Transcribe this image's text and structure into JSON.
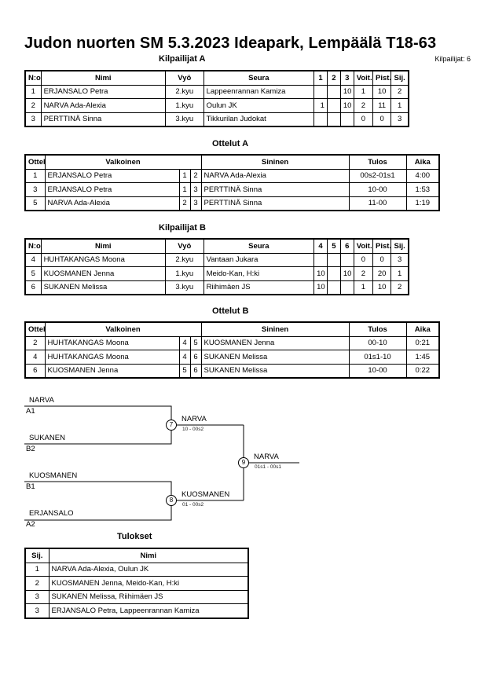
{
  "title": "Judon nuorten SM  5.3.2023  Ideapark, Lempäälä   T18-63",
  "competitor_count": "Kilpailijat: 6",
  "pool_a": {
    "title": "Kilpailijat A",
    "headers": [
      "N:o",
      "Nimi",
      "Vyö",
      "Seura",
      "1",
      "2",
      "3",
      "Voit.",
      "Pist.",
      "Sij."
    ],
    "rows": [
      [
        "1",
        "ERJANSALO Petra",
        "2.kyu",
        "Lappeenrannan Kamiza",
        "",
        "",
        "10",
        "1",
        "10",
        "2"
      ],
      [
        "2",
        "NARVA Ada-Alexia",
        "1.kyu",
        "Oulun JK",
        "1",
        "",
        "10",
        "2",
        "11",
        "1"
      ],
      [
        "3",
        "PERTTINÄ Sinna",
        "3.kyu",
        "Tikkurilan Judokat",
        "",
        "",
        "",
        "0",
        "0",
        "3"
      ]
    ]
  },
  "matches_a": {
    "title": "Ottelut A",
    "headers": [
      "Ottelu",
      "Valkoinen",
      "",
      "",
      "Sininen",
      "Tulos",
      "Aika"
    ],
    "rows": [
      [
        "1",
        "ERJANSALO Petra",
        "1",
        "2",
        "NARVA Ada-Alexia",
        "00s2-01s1",
        "4:00"
      ],
      [
        "3",
        "ERJANSALO Petra",
        "1",
        "3",
        "PERTTINÄ Sinna",
        "10-00",
        "1:53"
      ],
      [
        "5",
        "NARVA Ada-Alexia",
        "2",
        "3",
        "PERTTINÄ Sinna",
        "11-00",
        "1:19"
      ]
    ]
  },
  "pool_b": {
    "title": "Kilpailijat B",
    "headers": [
      "N:o",
      "Nimi",
      "Vyö",
      "Seura",
      "4",
      "5",
      "6",
      "Voit.",
      "Pist.",
      "Sij."
    ],
    "rows": [
      [
        "4",
        "HUHTAKANGAS Moona",
        "2.kyu",
        "Vantaan Jukara",
        "",
        "",
        "",
        "0",
        "0",
        "3"
      ],
      [
        "5",
        "KUOSMANEN Jenna",
        "1.kyu",
        "Meido-Kan, H:ki",
        "10",
        "",
        "10",
        "2",
        "20",
        "1"
      ],
      [
        "6",
        "SUKANEN Melissa",
        "3.kyu",
        "Riihimäen JS",
        "10",
        "",
        "",
        "1",
        "10",
        "2"
      ]
    ]
  },
  "matches_b": {
    "title": "Ottelut B",
    "headers": [
      "Ottelu",
      "Valkoinen",
      "",
      "",
      "Sininen",
      "Tulos",
      "Aika"
    ],
    "rows": [
      [
        "2",
        "HUHTAKANGAS Moona",
        "4",
        "5",
        "KUOSMANEN Jenna",
        "00-10",
        "0:21"
      ],
      [
        "4",
        "HUHTAKANGAS Moona",
        "4",
        "6",
        "SUKANEN Melissa",
        "01s1-10",
        "1:45"
      ],
      [
        "6",
        "KUOSMANEN Jenna",
        "5",
        "6",
        "SUKANEN Melissa",
        "10-00",
        "0:22"
      ]
    ]
  },
  "bracket": {
    "semi1": {
      "top_name": "NARVA",
      "top_seed": "A1",
      "bottom_name": "SUKANEN",
      "bottom_seed": "B2",
      "match_no": "7",
      "winner": "NARVA",
      "score": "10 - 00s2"
    },
    "semi2": {
      "top_name": "KUOSMANEN",
      "top_seed": "B1",
      "bottom_name": "ERJANSALO",
      "bottom_seed": "A2",
      "match_no": "8",
      "winner": "KUOSMANEN",
      "score": "01 - 00s2"
    },
    "final": {
      "match_no": "9",
      "winner": "NARVA",
      "score": "01s1 - 00s1"
    }
  },
  "results": {
    "title": "Tulokset",
    "headers": [
      "Sij.",
      "Nimi"
    ],
    "rows": [
      [
        "1",
        "NARVA Ada-Alexia, Oulun JK"
      ],
      [
        "2",
        "KUOSMANEN Jenna, Meido-Kan, H:ki"
      ],
      [
        "3",
        "SUKANEN Melissa, Riihimäen JS"
      ],
      [
        "3",
        "ERJANSALO Petra, Lappeenrannan Kamiza"
      ]
    ]
  }
}
